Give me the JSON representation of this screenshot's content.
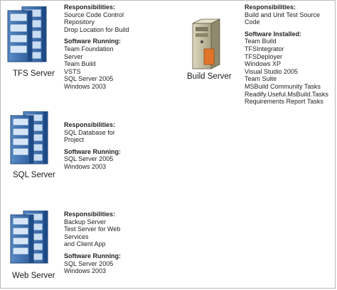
{
  "servers": {
    "tfs": {
      "label": "TFS Server",
      "responsibilities_heading": "Responsibilities:",
      "responsibilities": [
        "Source Code Control",
        "Repository",
        "Drop Location for Build"
      ],
      "software_heading": "Software Running:",
      "software": [
        "Team Foundation",
        "Server",
        "Team Build",
        "VSTS",
        "SQL Server 2005",
        "Windows 2003"
      ]
    },
    "sql": {
      "label": "SQL Server",
      "responsibilities_heading": "Responsibilities:",
      "responsibilities": [
        "SQL Database for",
        "Project"
      ],
      "software_heading": "Software Running:",
      "software": [
        "SQL Server 2005",
        "Windows 2003"
      ]
    },
    "web": {
      "label": "Web Server",
      "responsibilities_heading": "Responsibilities:",
      "responsibilities": [
        "Backup Server",
        "Test Server for Web",
        "Services",
        "and Client App"
      ],
      "software_heading": "Software Running:",
      "software": [
        "SQL Server 2005",
        "Windows 2003"
      ]
    },
    "build": {
      "label": "Build Server",
      "responsibilities_heading": "Responsibilities:",
      "responsibilities": [
        "Build and Unit Test Source",
        "Code"
      ],
      "software_heading": "Software Installed:",
      "software": [
        "Team Build",
        "TFSIntegrator",
        "TFSDeployer",
        "Windows XP",
        "Visual Studio 2005",
        "Team Suite",
        "MSBuild Community Tasks",
        "Readify.Useful.MsBuild.Tasks",
        "Requirements Report Tasks"
      ]
    }
  },
  "icons": {
    "rack": "server-rack-icon",
    "tower": "server-tower-icon"
  },
  "colors": {
    "rack_blue": "#3d6fae",
    "rack_light": "#9cc2ea",
    "tower_beige": "#c8c3a6",
    "tower_orange": "#e0752a"
  }
}
